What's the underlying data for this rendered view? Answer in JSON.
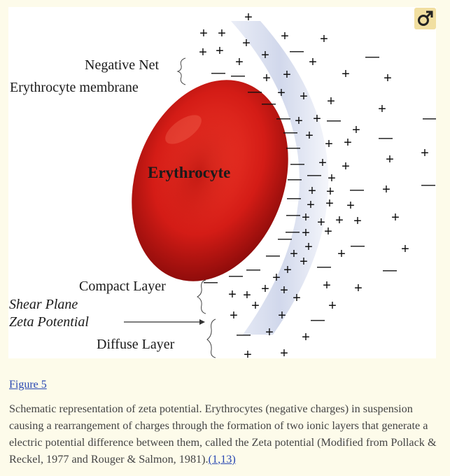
{
  "figure": {
    "labels": {
      "negative_net": "Negative Net",
      "membrane": "Erythrocyte membrane",
      "cell": "Erythrocyte",
      "compact_layer": "Compact Layer",
      "shear_plane": "Shear Plane",
      "zeta_potential": "Zeta Potential",
      "diffuse_layer": "Diffuse Layer"
    },
    "colors": {
      "cell_red": "#d9201a",
      "cell_dark": "#8a0a0a",
      "shear_band": "#cfd6ea",
      "badge": "#f1dfa1"
    },
    "badge_icon": "male-symbol-icon"
  },
  "figure_link": "Figure 5",
  "caption": {
    "text": "Schematic representation of zeta potential. Erythrocytes (negative charges) in suspension causing a rearrangement of charges through the formation of two ionic layers that generate a electric potential difference between them, called the Zeta potential (Modified from Pollack & Reckel, 1977 and Rouger & Salmon, 1981).",
    "ref_open": "(",
    "ref1": "1",
    "ref_sep": ",",
    "ref2": "13",
    "ref_close": ")"
  }
}
